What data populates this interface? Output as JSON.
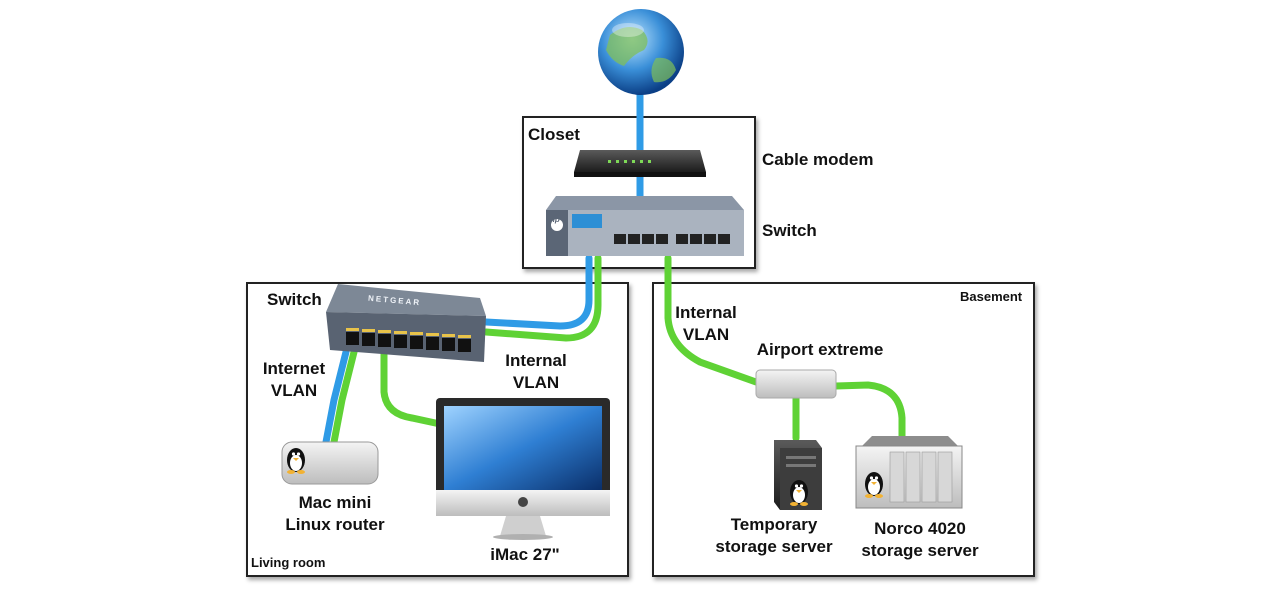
{
  "rooms": {
    "closet": "Closet",
    "living_room": "Living room",
    "basement": "Basement"
  },
  "devices": {
    "cable_modem": "Cable modem",
    "closet_switch": "Switch",
    "living_switch": "Switch",
    "airport": "Airport extreme",
    "mac_mini": [
      "Mac mini",
      "Linux router"
    ],
    "imac": "iMac 27\"",
    "temp_server": [
      "Temporary",
      "storage server"
    ],
    "norco": [
      "Norco 4020",
      "storage server"
    ]
  },
  "links": {
    "internet_vlan": [
      "Internet",
      "VLAN"
    ],
    "internal_vlan_living": [
      "Internal",
      "VLAN"
    ],
    "internal_vlan_basement": [
      "Internal",
      "VLAN"
    ]
  },
  "device_text": {
    "hp_logo": "hp",
    "netgear_brand": "NETGEAR"
  },
  "colors": {
    "internet_link": "#2f9be6",
    "internal_link": "#5fd235"
  }
}
